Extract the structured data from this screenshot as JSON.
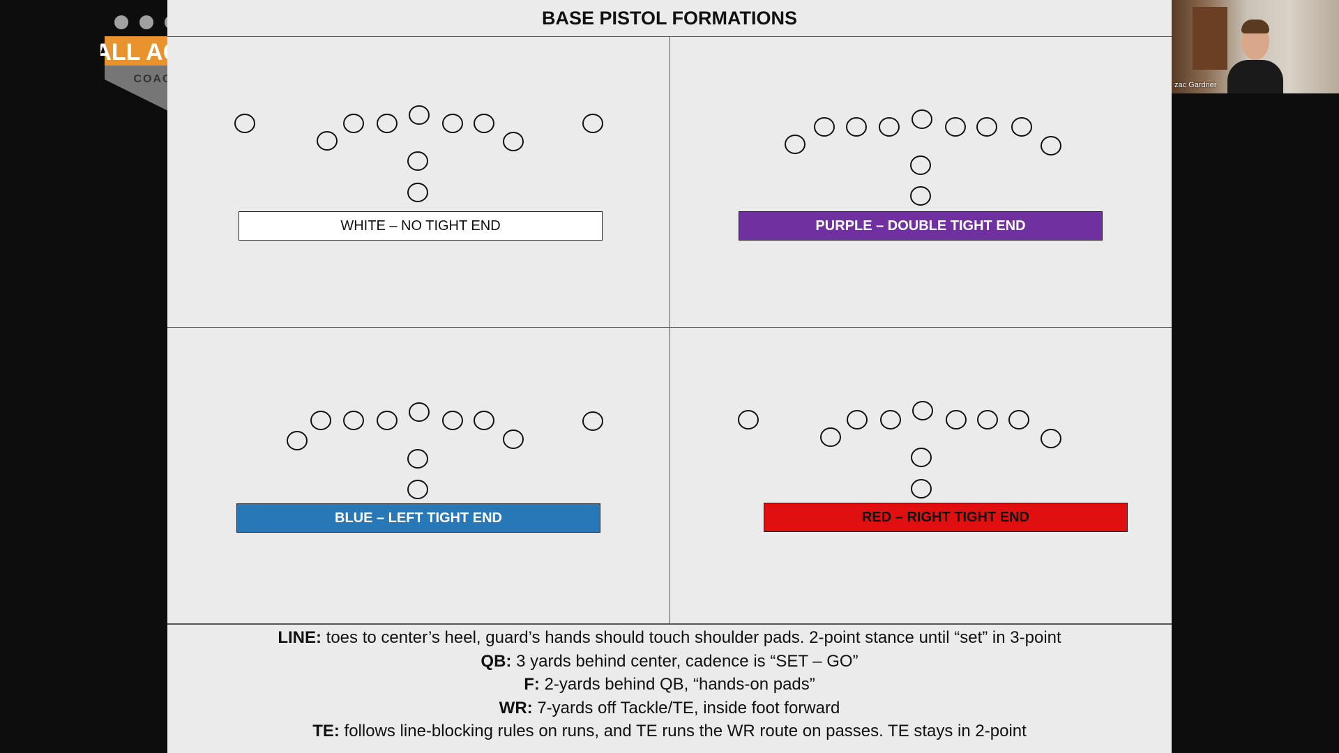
{
  "slide": {
    "title": "BASE PISTOL FORMATIONS",
    "quadrants": [
      {
        "label": "WHITE – NO TIGHT END",
        "color": "#ffffff",
        "text_color": "#111111"
      },
      {
        "label": "PURPLE – DOUBLE TIGHT END",
        "color": "#7030a0",
        "text_color": "#ffffff"
      },
      {
        "label": "BLUE – LEFT TIGHT END",
        "color": "#2878b8",
        "text_color": "#ffffff"
      },
      {
        "label": "RED – RIGHT TIGHT END",
        "color": "#e01010",
        "text_color": "#111111"
      }
    ],
    "notes": [
      {
        "key": "LINE:",
        "text": " toes to center’s heel, guard’s hands should touch shoulder pads. 2-point stance until “set” in 3-point"
      },
      {
        "key": "QB:",
        "text": " 3 yards behind center, cadence is “SET – GO”"
      },
      {
        "key": "F:",
        "text": " 2-yards behind QB, “hands-on pads”"
      },
      {
        "key": "WR:",
        "text": " 7-yards off Tackle/TE, inside foot forward"
      },
      {
        "key": "TE:",
        "text": " follows line-blocking rules on runs, and TE runs the WR route on passes. TE stays in 2-point"
      }
    ]
  },
  "logo": {
    "line1": "ALL ACCESS",
    "line2": "COACHING"
  },
  "webcam": {
    "participant_name": "zac Gardner"
  },
  "colors": {
    "background": "#0d0d0d",
    "slide": "#ebebeb",
    "logo_orange": "#e8932e"
  }
}
